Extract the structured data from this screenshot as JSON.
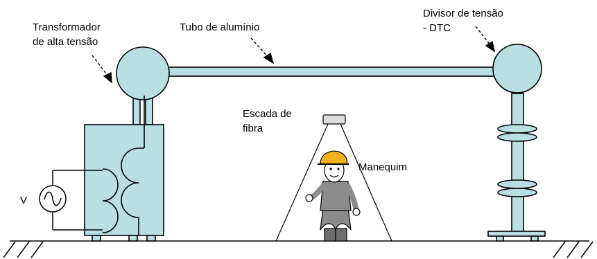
{
  "labels": {
    "transformer_line1": "Transformador",
    "transformer_line2": "de alta tensão",
    "tube": "Tubo de alumínio",
    "divider_line1": "Divisor de tensão",
    "divider_line2": "- DTC",
    "ladder_line1": "Escada de",
    "ladder_line2": "fibra",
    "mannequin": "Manequim",
    "voltage_source": "V"
  },
  "colors": {
    "equipment_fill": "#b9dfe3",
    "helmet": "#f2b21c",
    "suit": "#8c8c8c",
    "outline": "#000000"
  }
}
